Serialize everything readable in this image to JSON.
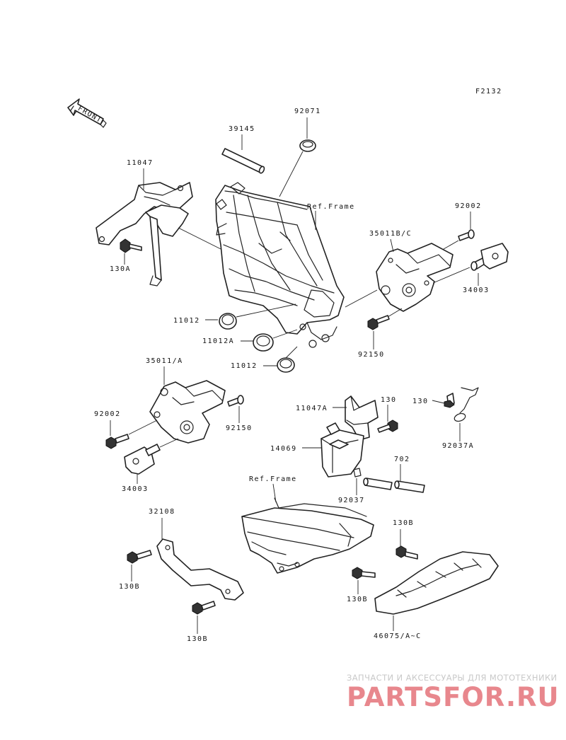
{
  "figure_code": "F2132",
  "front_arrow_label": "FRONT",
  "labels": {
    "p39145": "39145",
    "p92071": "92071",
    "p11047": "11047",
    "ref_frame_top": "Ref.Frame",
    "p92002_right": "92002",
    "p35011bc": "35011B/C",
    "p130a": "130A",
    "p34003_right": "34003",
    "p11012_1": "11012",
    "p11012a": "11012A",
    "p92150_right": "92150",
    "p11012_2": "11012",
    "p35011a": "35011/A",
    "p130_right": "130",
    "p130_far": "130",
    "p92002_left": "92002",
    "p11047a": "11047A",
    "p92150_left": "92150",
    "p14069": "14069",
    "p92037a": "92037A",
    "p702": "702",
    "p34003_left": "34003",
    "ref_frame_bottom": "Ref.Frame",
    "p92037": "92037",
    "p32108": "32108",
    "p130b_r": "130B",
    "p130b_1": "130B",
    "p130b_2": "130B",
    "p130b_3": "130B",
    "p46075": "46075/A~C"
  },
  "watermark": {
    "subtitle": "ЗАПЧАСТИ И АКСЕССУАРЫ ДЛЯ МОТОТЕХНИКИ",
    "logo": "PARTSFOR.RU"
  }
}
